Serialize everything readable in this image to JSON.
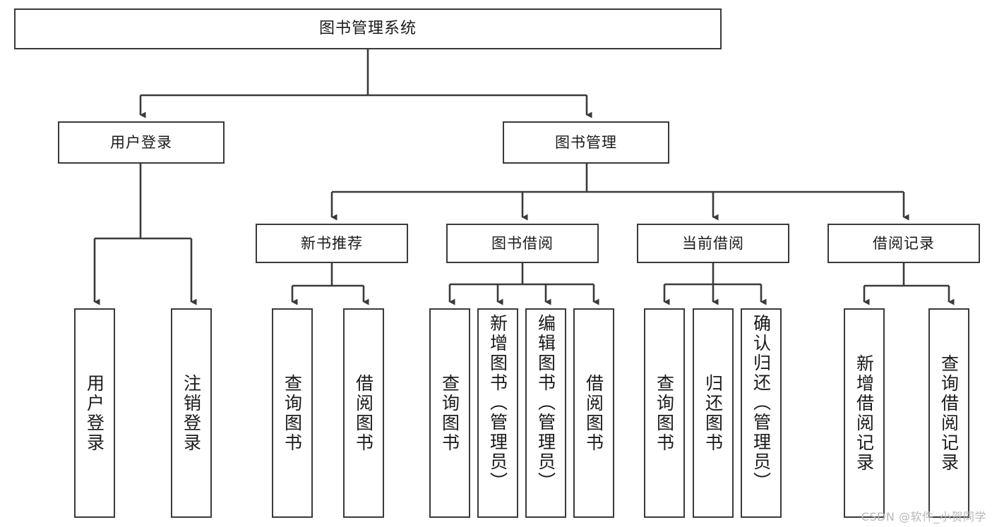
{
  "diagram": {
    "title": "图书管理系统",
    "type": "功能结构图",
    "background_color": "#ffffff",
    "line_color": "#3a3a3a",
    "text_color": "#1a1a1a"
  },
  "root": {
    "label": "图书管理系统"
  },
  "level2": [
    {
      "label": "用户登录"
    },
    {
      "label": "图书管理"
    }
  ],
  "level3": [
    {
      "label": "新书推荐"
    },
    {
      "label": "图书借阅"
    },
    {
      "label": "当前借阅"
    },
    {
      "label": "借阅记录"
    }
  ],
  "leaves": {
    "user_login": [
      {
        "label": "用户登录"
      },
      {
        "label": "注销登录"
      }
    ],
    "new_book_recommend": [
      {
        "label": "查询图书"
      },
      {
        "label": "借阅图书"
      }
    ],
    "book_borrow": [
      {
        "label": "查询图书"
      },
      {
        "label": "新增图书（管理员）"
      },
      {
        "label": "编辑图书（管理员）"
      },
      {
        "label": "借阅图书"
      }
    ],
    "current_borrow": [
      {
        "label": "查询图书"
      },
      {
        "label": "归还图书"
      },
      {
        "label": "确认归还（管理员）"
      }
    ],
    "borrow_record": [
      {
        "label": "新增借阅记录"
      },
      {
        "label": "查询借阅记录"
      }
    ]
  },
  "watermark": {
    "text": "CSDN @软件_小贺同学"
  }
}
